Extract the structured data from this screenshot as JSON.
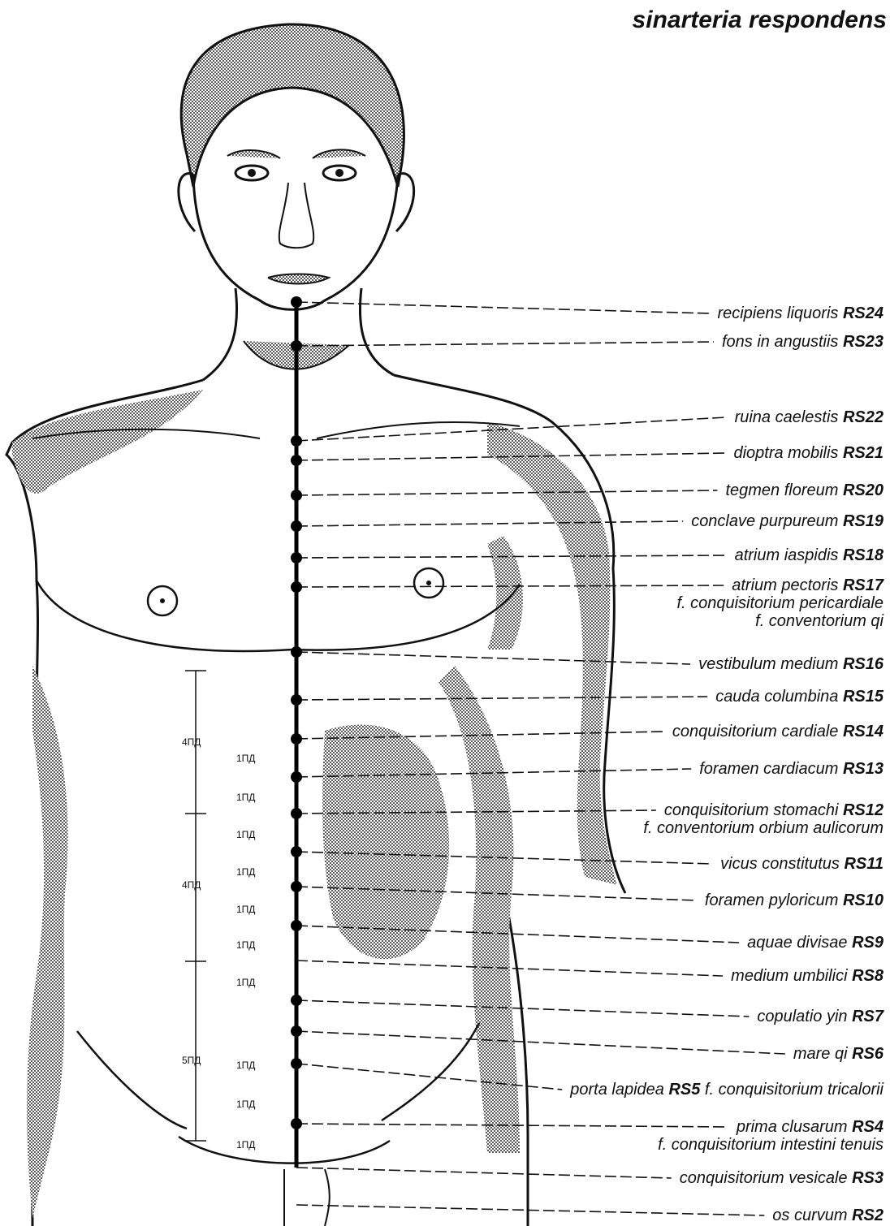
{
  "title": "sinarteria respondens",
  "points": [
    {
      "name": "recipiens liquoris",
      "code": "RS24"
    },
    {
      "name": "fons in angustiis",
      "code": "RS23"
    },
    {
      "name": "ruina caelestis",
      "code": "RS22"
    },
    {
      "name": "dioptra mobilis",
      "code": "RS21"
    },
    {
      "name": "tegmen floreum",
      "code": "RS20"
    },
    {
      "name": "conclave purpureum",
      "code": "RS19"
    },
    {
      "name": "atrium iaspidis",
      "code": "RS18"
    },
    {
      "name": "atrium pectoris",
      "code": "RS17",
      "extra": [
        "f. conquisitorium pericardiale",
        "f. conventorium qi"
      ]
    },
    {
      "name": "vestibulum medium",
      "code": "RS16"
    },
    {
      "name": "cauda columbina",
      "code": "RS15"
    },
    {
      "name": "conquisitorium cardiale",
      "code": "RS14"
    },
    {
      "name": "foramen cardiacum",
      "code": "RS13"
    },
    {
      "name": "conquisitorium stomachi",
      "code": "RS12",
      "extra": [
        "f. conventorium orbium aulicorum"
      ]
    },
    {
      "name": "vicus constitutus",
      "code": "RS11"
    },
    {
      "name": "foramen pyloricum",
      "code": "RS10"
    },
    {
      "name": "aquae divisae",
      "code": "RS9"
    },
    {
      "name": "medium umbilici",
      "code": "RS8"
    },
    {
      "name": "copulatio yin",
      "code": "RS7"
    },
    {
      "name": "mare qi",
      "code": "RS6"
    },
    {
      "name": "porta lapidea",
      "code": "RS5",
      "suffix": " f. conquisitorium tricalorii"
    },
    {
      "name": "prima clusarum",
      "code": "RS4",
      "extra": [
        "f. conquisitorium intestini tenuis"
      ]
    },
    {
      "name": "conquisitorium vesicale",
      "code": "RS3"
    },
    {
      "name": "os curvum",
      "code": "RS2"
    }
  ],
  "measures": {
    "big": [
      "4ПД",
      "4ПД",
      "5ПД"
    ],
    "small": [
      "1ПД",
      "1ПД",
      "1ПД",
      "1ПД",
      "1ПД",
      "1ПД",
      "1ПД",
      "1ПД",
      "1ПД",
      "1ПД"
    ]
  }
}
